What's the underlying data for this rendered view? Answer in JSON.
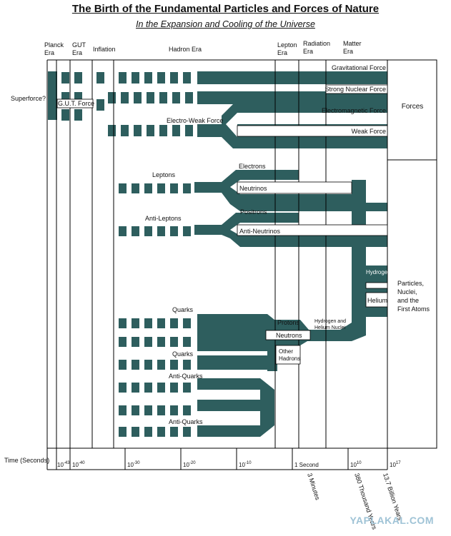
{
  "title": "The Birth of the Fundamental Particles and Forces of Nature",
  "subtitle": "In the Expansion and Cooling of the Universe",
  "eras": {
    "planck": [
      "Planck",
      "Era"
    ],
    "gut": [
      "GUT",
      "Era"
    ],
    "inflation": "Inflation",
    "hadron": "Hadron Era",
    "lepton": [
      "Lepton",
      "Era"
    ],
    "radiation": [
      "Radiation",
      "Era"
    ],
    "matter": [
      "Matter",
      "Era"
    ]
  },
  "labels": {
    "superforce": "Superforce?",
    "gut_force": "G.U.T. Force",
    "gravitational": "Gravitational Force",
    "strong": "Strong Nuclear Force",
    "electromagnetic": "Electromagnetic Force",
    "electroweak": "Electro-Weak Force",
    "weak": "Weak Force",
    "forces": "Forces",
    "leptons": "Leptons",
    "electrons": "Electrons",
    "neutrinos": "Neutrinos",
    "anti_leptons": "Anti-Leptons",
    "positrons": "Positrons",
    "anti_neutrinos": "Anti-Neutrinos",
    "hydrogen": "Hydrogen",
    "helium": "Helium",
    "particles_box": [
      "Particles,",
      "Nuclei,",
      "and the",
      "First Atoms"
    ],
    "quarks_1": "Quarks",
    "quarks_2": "Quarks",
    "anti_quarks_1": "Anti-Quarks",
    "anti_quarks_2": "Anti-Quarks",
    "protons": "Protons",
    "neutrons": "Neutrons",
    "hydrogen_helium_nuclei": [
      "Hydrogen and",
      "Helium Nuclei"
    ],
    "other_hadrons": [
      "Other",
      "Hadrons"
    ]
  },
  "time_axis": {
    "label": "Time (Seconds)",
    "ticks": [
      {
        "base": "10",
        "exp": "-43"
      },
      {
        "base": "10",
        "exp": "-40"
      },
      {
        "base": "10",
        "exp": "-30"
      },
      {
        "base": "10",
        "exp": "-20"
      },
      {
        "base": "10",
        "exp": "-10"
      },
      {
        "base": "1 Second",
        "exp": ""
      },
      {
        "base": "10",
        "exp": "10"
      },
      {
        "base": "10",
        "exp": "17"
      }
    ],
    "rotated": [
      "3 Minutes",
      "380 Thousand Years",
      "13.7 Billion Years"
    ]
  },
  "colors": {
    "band": "#2e5e5e",
    "line": "#000000",
    "watermark": "#9fc3d6"
  },
  "watermark": "YAPLAKAL.COM"
}
